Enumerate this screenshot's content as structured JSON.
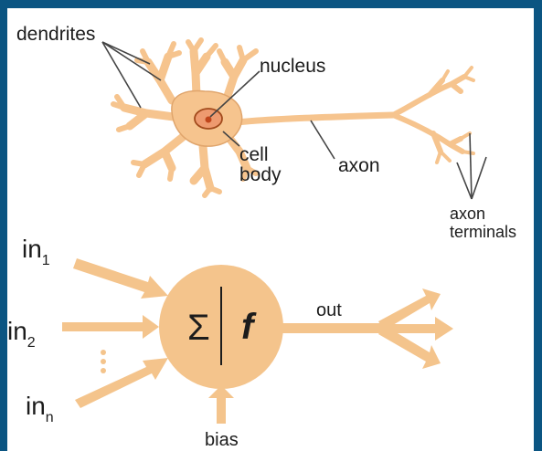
{
  "colors": {
    "background": "#0b5582",
    "panel": "#ffffff",
    "cell_fill": "#f6c48e",
    "cell_stroke": "#e0a56c",
    "nucleus_fill": "#ee9a6f",
    "nucleus_stroke": "#a24a1c",
    "nucleolus": "#c0461c",
    "artificial_fill": "#f4c48c",
    "line": "#444444",
    "text": "#1c1c1c"
  },
  "biological": {
    "labels": {
      "dendrites": "dendrites",
      "nucleus": "nucleus",
      "cell_line1": "cell",
      "cell_line2": "body",
      "axon": "axon",
      "terminals_line1": "axon",
      "terminals_line2": "terminals"
    }
  },
  "artificial": {
    "inputs": [
      {
        "base": "in",
        "sub": "1"
      },
      {
        "base": "in",
        "sub": "2"
      },
      {
        "base": "in",
        "sub": "n"
      }
    ],
    "sum_symbol": "Σ",
    "activation_symbol": "f",
    "output_label": "out",
    "bias_label": "bias"
  }
}
